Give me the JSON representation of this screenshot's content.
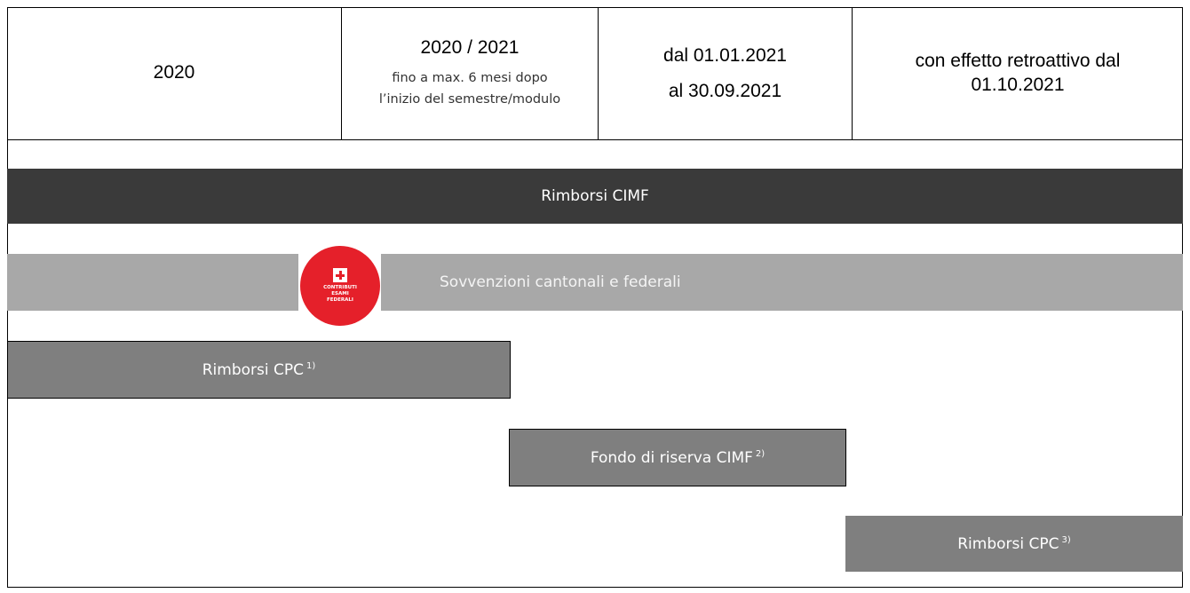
{
  "header": {
    "col1": {
      "title": "2020"
    },
    "col2": {
      "title": "2020 / 2021",
      "note_line1": "fino a max. 6 mesi dopo",
      "note_line2": "l’inizio del semestre/modulo"
    },
    "col3": {
      "line1": "dal 01.01.2021",
      "line2": "al 30.09.2021"
    },
    "col4": {
      "line1": "con effetto retroattivo dal",
      "line2": "01.10.2021"
    }
  },
  "bars": {
    "cimf": {
      "label": "Rimborsi CIMF"
    },
    "sovvenzioni": {
      "label": "Sovvenzioni cantonali e federali"
    },
    "cpc1": {
      "label": "Rimborsi CPC",
      "note": "1)"
    },
    "fondo": {
      "label": "Fondo di riserva CIMF",
      "note": "2)"
    },
    "cpc3": {
      "label": "Rimborsi CPC",
      "note": "3)"
    }
  },
  "badge": {
    "icon": "swiss-cross-icon",
    "line1": "CONTRIBUTI",
    "line2": "ESAMI",
    "line3": "FEDERALI",
    "color": "#e5202a"
  },
  "colors": {
    "dark_bar": "#3a3a3a",
    "light_bar": "#a8a8a8",
    "mid_bar": "#7f7f7f"
  }
}
